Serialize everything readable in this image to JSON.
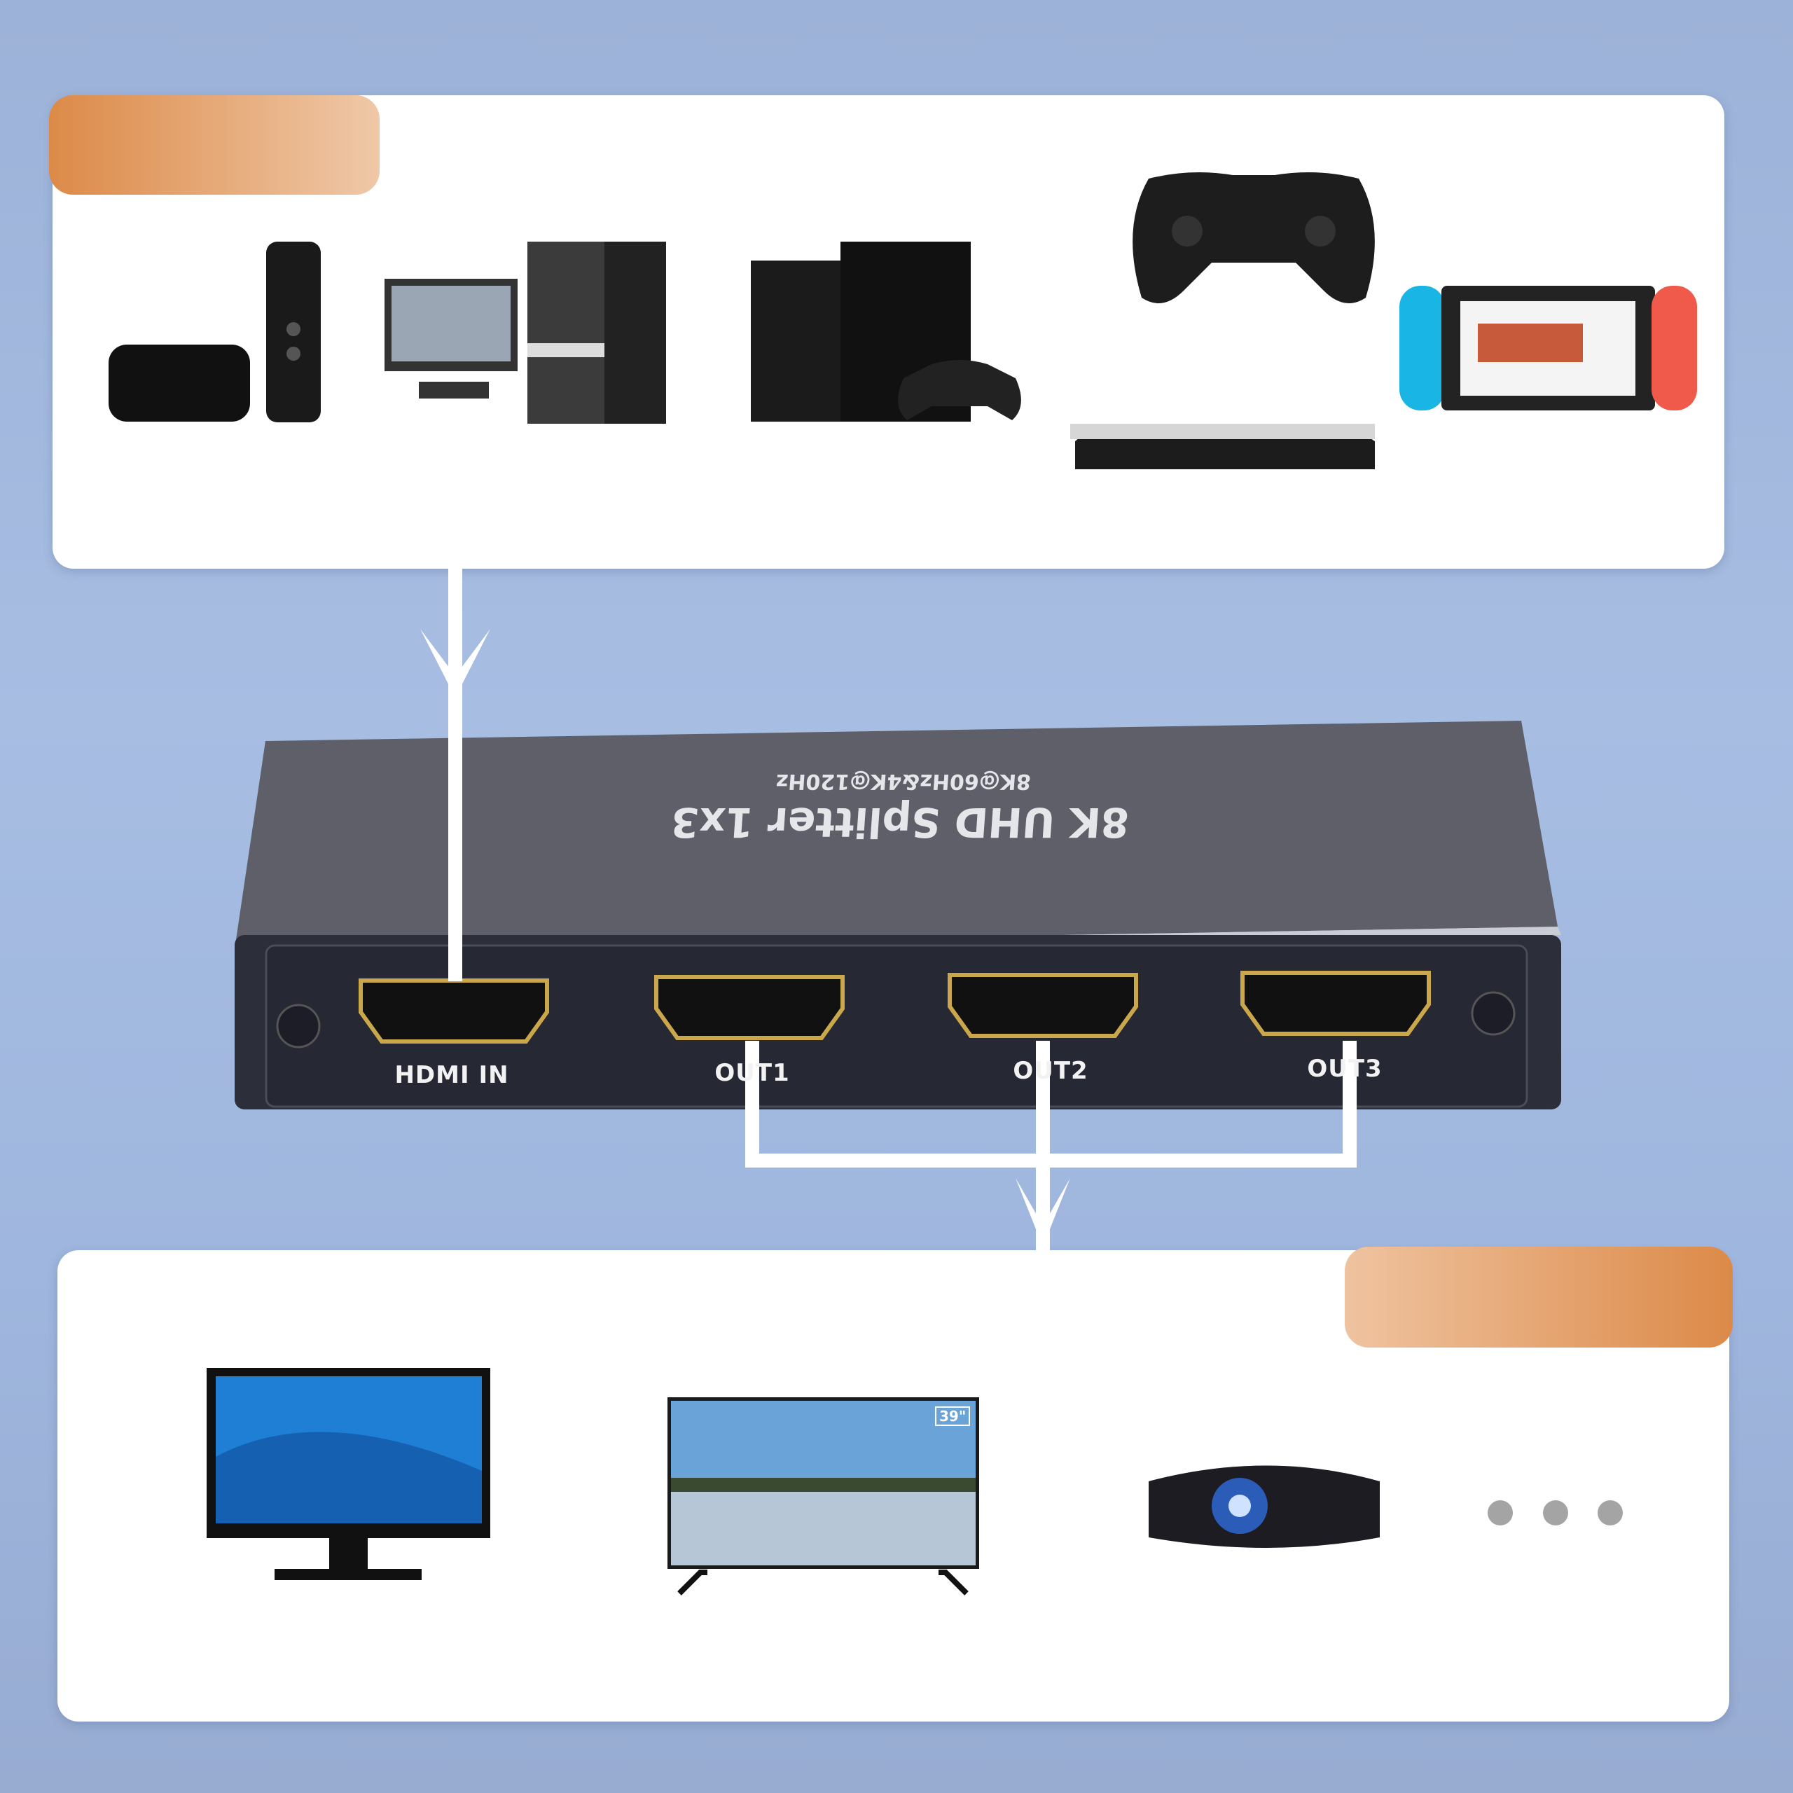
{
  "splitter": {
    "title": "8K UHD Splitter 1x3",
    "spec": "8K@60Hz&4K@120Hz",
    "ports": [
      {
        "label": "HDMI IN",
        "role": "input"
      },
      {
        "label": "OUT1",
        "role": "output"
      },
      {
        "label": "OUT2",
        "role": "output"
      },
      {
        "label": "OUT3",
        "role": "output"
      }
    ]
  },
  "source_devices": [
    "apple-tv-with-remote",
    "desktop-pc-with-monitor",
    "playstation-4-with-controller",
    "game-controller",
    "blu-ray-player",
    "nintendo-switch"
  ],
  "display_devices": [
    "monitor",
    "tv",
    "projector",
    "more"
  ],
  "tv_size_tag": "39\"",
  "colors": {
    "badge_light": "#efc3a0",
    "badge_dark": "#dc8a48",
    "background": "#a3b8df",
    "arrow": "#ffffff",
    "device_body": "#3e4049"
  }
}
